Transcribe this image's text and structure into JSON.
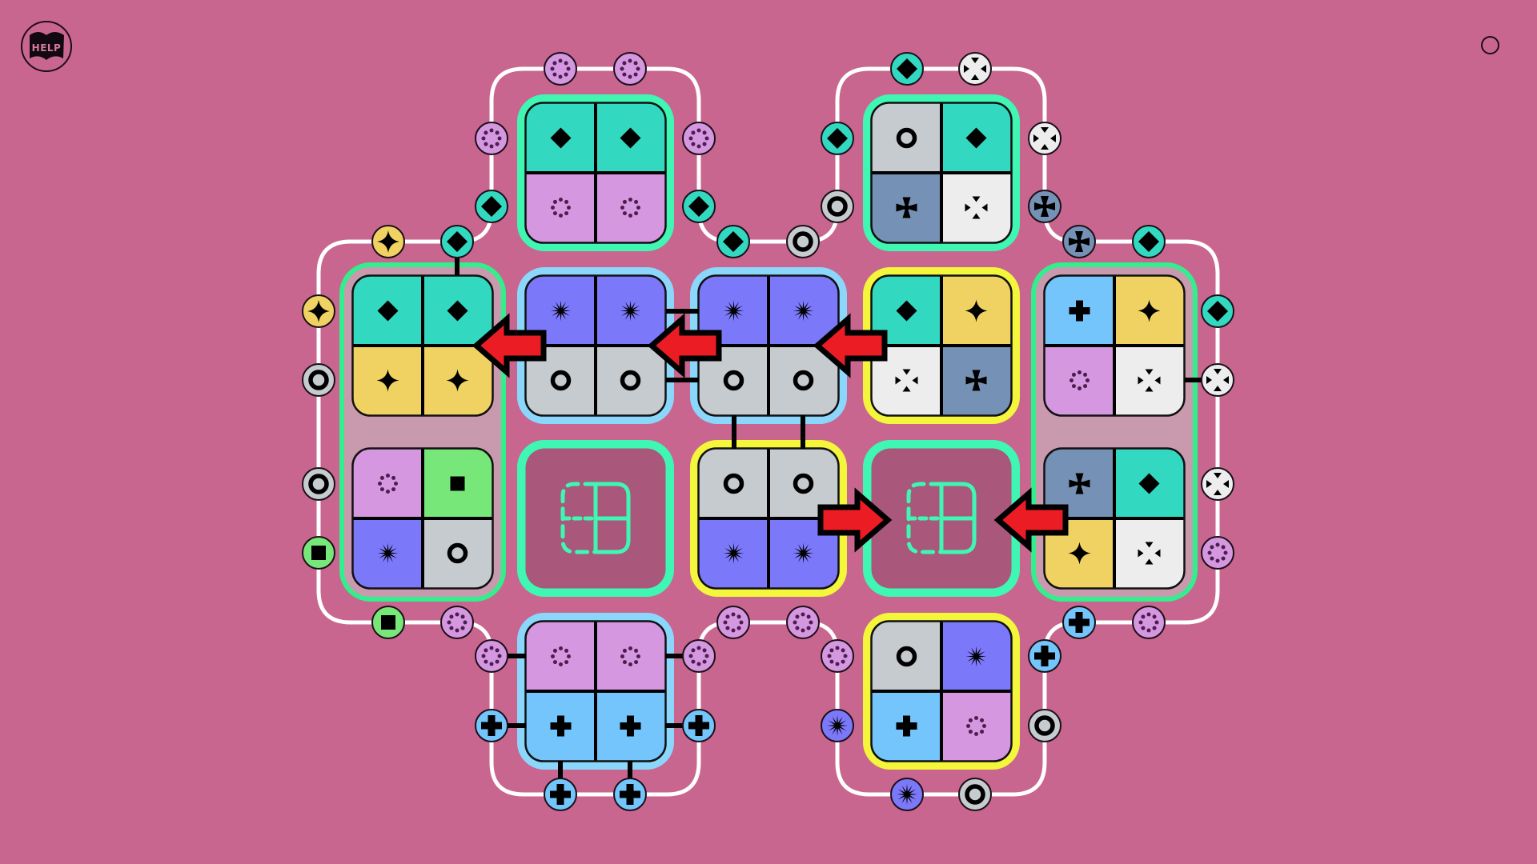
{
  "app": {
    "help_label": "HELP"
  },
  "palette": {
    "background": "#c9668f",
    "teal": "#33d8c1",
    "lavender": "#d597e0",
    "grey": "#c5cbcf",
    "slate": "#7591b5",
    "white": "#ededee",
    "yellow": "#f0d262",
    "purple": "#7c78fa",
    "blue": "#73c5fb",
    "green": "#78e77a",
    "border_teal": "#3ff7b3",
    "border_green": "#33ee8c",
    "border_blue": "#8ad7fb",
    "border_yellow": "#f4f63c",
    "merged_fill": "#c99aae",
    "empty_fill": "#a9577b",
    "arrow": "#ec1c24",
    "wire": "#ffffff",
    "dotted_ring_ink": "#4b1e4e"
  },
  "symbol_colors": {
    "diamond": "teal",
    "sparkle": "yellow",
    "ring": "grey",
    "dotted-ring": "lavender",
    "cross-pattee": "slate",
    "inward-triangles": "white",
    "starburst": "purple",
    "square": "green",
    "plus": "blue"
  },
  "tiles": {
    "top_a": {
      "frame": "border_teal",
      "quads": [
        {
          "color": "teal",
          "symbol": "diamond"
        },
        {
          "color": "teal",
          "symbol": "diamond"
        },
        {
          "color": "lavender",
          "symbol": "dotted-ring"
        },
        {
          "color": "lavender",
          "symbol": "dotted-ring"
        }
      ]
    },
    "top_b": {
      "frame": "border_teal",
      "quads": [
        {
          "color": "grey",
          "symbol": "ring"
        },
        {
          "color": "teal",
          "symbol": "diamond"
        },
        {
          "color": "slate",
          "symbol": "cross-pattee"
        },
        {
          "color": "white",
          "symbol": "inward-triangles"
        }
      ]
    },
    "mid_a": {
      "frame": "border_blue",
      "quads": [
        {
          "color": "purple",
          "symbol": "starburst"
        },
        {
          "color": "purple",
          "symbol": "starburst"
        },
        {
          "color": "grey",
          "symbol": "ring"
        },
        {
          "color": "grey",
          "symbol": "ring"
        }
      ]
    },
    "mid_b": {
      "frame": "border_blue",
      "quads": [
        {
          "color": "purple",
          "symbol": "starburst"
        },
        {
          "color": "purple",
          "symbol": "starburst"
        },
        {
          "color": "grey",
          "symbol": "ring"
        },
        {
          "color": "grey",
          "symbol": "ring"
        }
      ]
    },
    "mid_c": {
      "frame": "border_yellow",
      "quads": [
        {
          "color": "teal",
          "symbol": "diamond"
        },
        {
          "color": "yellow",
          "symbol": "sparkle"
        },
        {
          "color": "white",
          "symbol": "inward-triangles"
        },
        {
          "color": "slate",
          "symbol": "cross-pattee"
        }
      ]
    },
    "low_b": {
      "frame": "border_yellow",
      "quads": [
        {
          "color": "grey",
          "symbol": "ring"
        },
        {
          "color": "grey",
          "symbol": "ring"
        },
        {
          "color": "purple",
          "symbol": "starburst"
        },
        {
          "color": "purple",
          "symbol": "starburst"
        }
      ]
    },
    "bot_a": {
      "frame": "border_blue",
      "quads": [
        {
          "color": "lavender",
          "symbol": "dotted-ring"
        },
        {
          "color": "lavender",
          "symbol": "dotted-ring"
        },
        {
          "color": "blue",
          "symbol": "plus"
        },
        {
          "color": "blue",
          "symbol": "plus"
        }
      ]
    },
    "bot_b": {
      "frame": "border_yellow",
      "quads": [
        {
          "color": "grey",
          "symbol": "ring"
        },
        {
          "color": "purple",
          "symbol": "starburst"
        },
        {
          "color": "blue",
          "symbol": "plus"
        },
        {
          "color": "lavender",
          "symbol": "dotted-ring"
        }
      ]
    }
  },
  "merged_tiles": {
    "left": {
      "frame": "border_green",
      "cells": [
        {
          "quads": [
            {
              "color": "teal",
              "symbol": "diamond"
            },
            {
              "color": "teal",
              "symbol": "diamond"
            },
            {
              "color": "yellow",
              "symbol": "sparkle"
            },
            {
              "color": "yellow",
              "symbol": "sparkle"
            }
          ]
        },
        {
          "quads": [
            {
              "color": "lavender",
              "symbol": "dotted-ring"
            },
            {
              "color": "green",
              "symbol": "square"
            },
            {
              "color": "purple",
              "symbol": "starburst"
            },
            {
              "color": "grey",
              "symbol": "ring"
            }
          ]
        }
      ]
    },
    "right": {
      "frame": "border_green",
      "cells": [
        {
          "quads": [
            {
              "color": "blue",
              "symbol": "plus"
            },
            {
              "color": "yellow",
              "symbol": "sparkle"
            },
            {
              "color": "lavender",
              "symbol": "dotted-ring"
            },
            {
              "color": "white",
              "symbol": "inward-triangles"
            }
          ]
        },
        {
          "quads": [
            {
              "color": "slate",
              "symbol": "cross-pattee"
            },
            {
              "color": "teal",
              "symbol": "diamond"
            },
            {
              "color": "yellow",
              "symbol": "sparkle"
            },
            {
              "color": "white",
              "symbol": "inward-triangles"
            }
          ]
        }
      ]
    }
  },
  "empty_slots": {
    "slot_a": {
      "frame": "border_teal",
      "icon": "split-tile"
    },
    "slot_b": {
      "frame": "border_teal",
      "icon": "split-tile"
    }
  },
  "arrows": [
    {
      "direction": "left"
    },
    {
      "direction": "left"
    },
    {
      "direction": "left"
    },
    {
      "direction": "right"
    },
    {
      "direction": "left"
    }
  ],
  "ports": [
    "dotted-ring",
    "dotted-ring",
    "dotted-ring",
    "diamond",
    "diamond",
    "ring",
    "ring",
    "diamond",
    "diamond",
    "inward-triangles",
    "inward-triangles",
    "cross-pattee",
    "cross-pattee",
    "diamond",
    "diamond",
    "inward-triangles",
    "inward-triangles",
    "dotted-ring",
    "dotted-ring",
    "plus",
    "plus",
    "ring",
    "ring",
    "starburst",
    "starburst",
    "dotted-ring",
    "dotted-ring",
    "dotted-ring",
    "dotted-ring",
    "plus",
    "plus",
    "plus",
    "plus",
    "dotted-ring",
    "dotted-ring",
    "square",
    "square",
    "ring",
    "ring",
    "sparkle",
    "sparkle",
    "diamond",
    "diamond",
    "dotted-ring"
  ]
}
